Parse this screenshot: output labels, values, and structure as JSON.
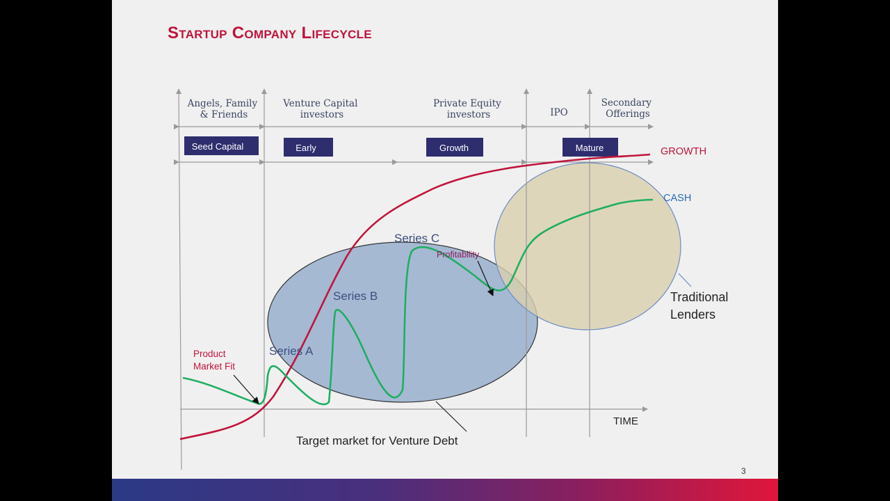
{
  "slide": {
    "title": "Startup Company Lifecycle",
    "page_number": "3"
  },
  "investors": {
    "angels": [
      "Angels, Family",
      "& Friends"
    ],
    "vc": [
      "Venture Capital",
      "investors"
    ],
    "pe": [
      "Private Equity",
      "investors"
    ],
    "ipo": "IPO",
    "secondary": [
      "Secondary",
      "Offerings"
    ]
  },
  "stages": {
    "seed": "Seed Capital",
    "early": "Early",
    "growth": "Growth",
    "mature": "Mature"
  },
  "curves": {
    "growth_label": "GROWTH",
    "cash_label": "CASH"
  },
  "annotations": {
    "product_market_fit": [
      "Product",
      "Market Fit"
    ],
    "series_a": "Series A",
    "series_b": "Series B",
    "series_c": "Series C",
    "profitability": "Profitability",
    "traditional_lenders": [
      "Traditional",
      "Lenders"
    ],
    "venture_debt": "Target market for Venture Debt",
    "time_axis": "TIME"
  },
  "colors": {
    "title": "#c0143c",
    "growth_curve": "#c0143c",
    "cash_curve": "#1fae62",
    "stage_box": "#2e2d6e",
    "venture_ellipse": "#8ea7c9",
    "lenders_ellipse": "#d9cfae",
    "cash_label": "#2b6cb0"
  }
}
